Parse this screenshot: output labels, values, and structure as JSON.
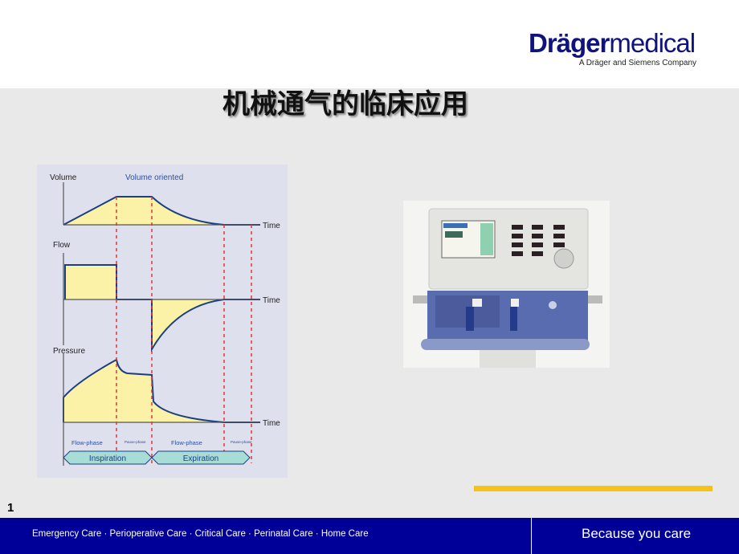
{
  "slide": {
    "title": "机械通气的临床应用",
    "page_number": "1"
  },
  "logo": {
    "brand_bold": "Dräger",
    "brand_light": "medical",
    "tagline": "A Dräger and Siemens Company"
  },
  "diagram": {
    "subtitle": "Volume oriented",
    "panels": [
      {
        "label": "Volume",
        "axis": "Time"
      },
      {
        "label": "Flow",
        "axis": "Time"
      },
      {
        "label": "Pressure",
        "axis": "Time"
      }
    ],
    "phases": {
      "flow_phase": "Flow-phase",
      "pause_phase": "Pause-phase"
    },
    "arrows": {
      "inspiration": "Inspiration",
      "expiration": "Expiration"
    },
    "colors": {
      "fill": "#fbf2a8",
      "line": "#1c3f84",
      "dash": "#e8323a",
      "arrow": "#a8dcd6"
    }
  },
  "footer": {
    "services": "Emergency Care · Perioperative Care · Critical Care · Perinatal Care · Home Care",
    "slogan": "Because you care"
  },
  "colors": {
    "footer": "#000098",
    "accent_bar": "#f6c21a"
  }
}
